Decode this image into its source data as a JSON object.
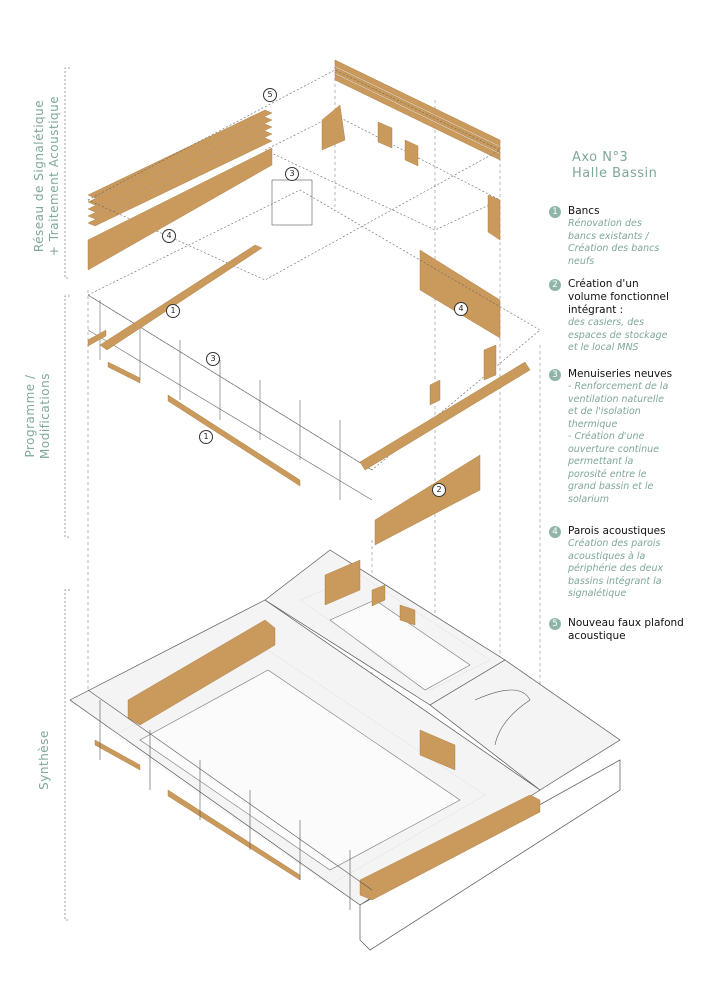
{
  "side_labels": {
    "top": "Réseau de Signalétique\n+ Traitement Acoustique",
    "middle": "Programme /\nModifications",
    "bottom": "Synthèse"
  },
  "title": {
    "line1": "Axo N°3",
    "line2": "Halle Bassin"
  },
  "legend": [
    {
      "num": "1",
      "head": "Bancs",
      "desc": "Rénovation des\nbancs existants /\nCréation des bancs\nneufs"
    },
    {
      "num": "2",
      "head": "Création d'un\nvolume fonctionnel\nintégrant :",
      "desc": "des casiers, des\nespaces de stockage\net le local MNS"
    },
    {
      "num": "3",
      "head": "Menuiseries neuves",
      "desc": "- Renforcement de la\nventilation naturelle\net de l'isolation\nthermique\n- Création d'une\nouverture continue\npermettant la\nporosité entre le\ngrand bassin et le\nsolarium"
    },
    {
      "num": "4",
      "head": "Parois acoustiques",
      "desc": "Création des parois\nacoustiques à la\npériphérie des deux\nbassins intégrant la\nsignalétique"
    },
    {
      "num": "5",
      "head": "Nouveau faux plafond\nacoustique",
      "desc": ""
    }
  ],
  "callouts": [
    "5",
    "3",
    "4",
    "1",
    "3",
    "4",
    "1",
    "2"
  ],
  "colors": {
    "accent": "#7fa79a",
    "wood": "#c99a5b",
    "wood_dark": "#a8773d",
    "line": "#555555"
  }
}
